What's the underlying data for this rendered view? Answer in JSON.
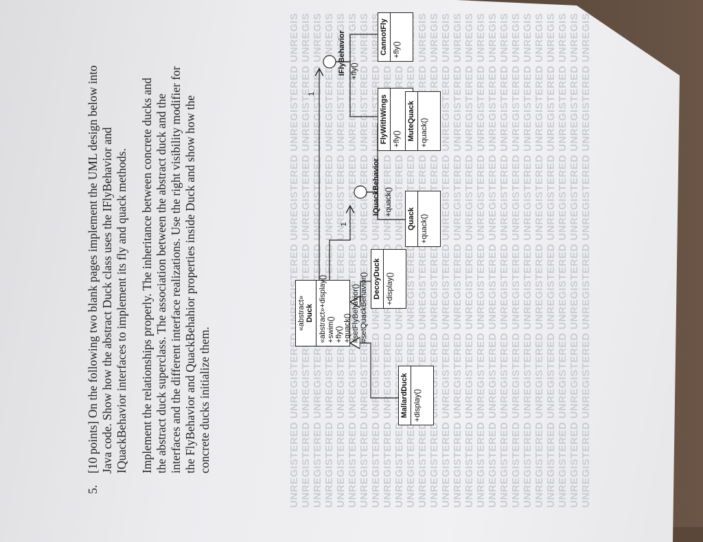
{
  "watermark": "UNREGISTERED UNREGISTERED UNREGISTERED UNREGISTERED UNREGISTERED UNREGISTERED",
  "question": {
    "number": "5.",
    "para1": "[10 points] On the following two blank pages implement the UML design below into Java code. Show how the abstract Duck class uses the IFlyBehavior and IQuackBehavior interfaces to implement its fly and quack methods.",
    "para2": "Implement the relationships properly. The inheritance between concrete ducks and the abstract duck superclass. The association between the abstract duck and the interfaces and the different interface realizations. Use the right visibility modifier for the FlyBehavior and QuackBehahior properties inside Duck and show how the concrete ducks initialize them."
  },
  "uml": {
    "duck": {
      "stereotype": "«abstract»",
      "name": "Duck",
      "ops": "«abstract»+display()\n+swim()\n+fly()\n+quack()\n#setFlyBehavior()\n#setQuackBehavior()"
    },
    "mallard": {
      "name": "MallardDuck",
      "ops": "+display()"
    },
    "decoy": {
      "name": "DecoyDuck",
      "ops": "+display()"
    },
    "ifly": {
      "name": "IFlyBehavior",
      "ops": "+fly()"
    },
    "flywings": {
      "name": "FlyWithWings",
      "ops": "+fly()"
    },
    "cannotfly": {
      "name": "CannotFly",
      "ops": "+fly()"
    },
    "iquack": {
      "name": "IQuackBehavior",
      "ops": "+quack()"
    },
    "quack": {
      "name": "Quack",
      "ops": "+quack()"
    },
    "mutequack": {
      "name": "MuteQuack",
      "ops": "+quack()"
    },
    "mult_fly": "1",
    "mult_quack": "1"
  }
}
